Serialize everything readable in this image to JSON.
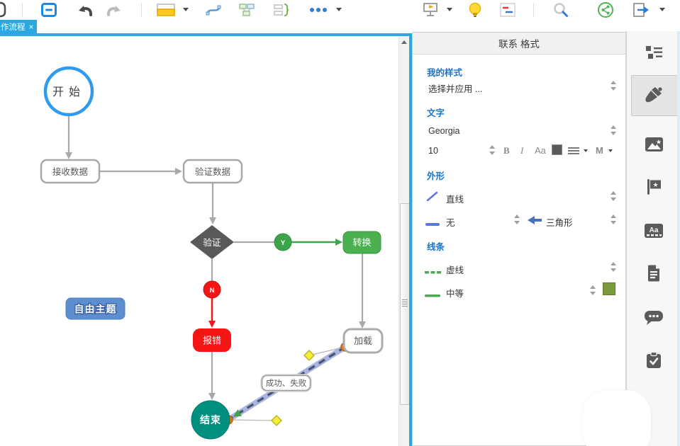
{
  "window": {
    "tab": {
      "label": "作流程",
      "close_glyph": "×"
    }
  },
  "toolbar": {
    "icons": [
      "clipped-pin",
      "topic-box",
      "undo",
      "redo",
      "insert-topic",
      "connector",
      "structure",
      "summary-brace",
      "more-tools",
      "presentation",
      "idea-bulb",
      "mark-lines",
      "search",
      "share",
      "export"
    ]
  },
  "format_panel": {
    "title": "联系 格式",
    "my_styles": {
      "heading": "我的样式",
      "select_apply": "选择并应用 ..."
    },
    "text": {
      "heading": "文字",
      "font_family": "Georgia",
      "font_size": "10",
      "bold": "B",
      "italic": "I",
      "case_toggle": "Aa",
      "margin": "M"
    },
    "shape": {
      "heading": "外形",
      "connector_type": "直线",
      "begin_arrow": "无",
      "end_arrow": "三角形"
    },
    "line": {
      "heading": "线条",
      "dash_style": "虚线",
      "weight": "中等"
    }
  },
  "rail": {
    "icons": [
      "outline-list",
      "format-brush",
      "insert-image",
      "flag-mark",
      "text-style",
      "note-document",
      "comment",
      "task-check"
    ]
  },
  "canvas": {
    "nodes": {
      "start": "开始",
      "receive": "接收数据",
      "validate_data": "验证数据",
      "validate": "验证",
      "transform": "转换",
      "error": "报错",
      "load": "加载",
      "end": "结束",
      "free_topic": "自由主题"
    },
    "branches": {
      "yes": "Y",
      "no": "N"
    },
    "edge_label": "成功、失败"
  },
  "colors": {
    "accent_blue": "#29A9E0",
    "heading_blue": "#1874CD",
    "start_border": "#2E9BF0",
    "node_green": "#4CAF50",
    "node_red": "#F51515",
    "node_teal": "#00907F",
    "free_topic_fill": "#5D8FD0",
    "connector_highlight": "#A9B4DF",
    "connector_dash": "#44566B",
    "handle_yellow": "#F2EE3C",
    "endpoint_orange": "#E87818",
    "line_gray": "#A9A9A9"
  }
}
